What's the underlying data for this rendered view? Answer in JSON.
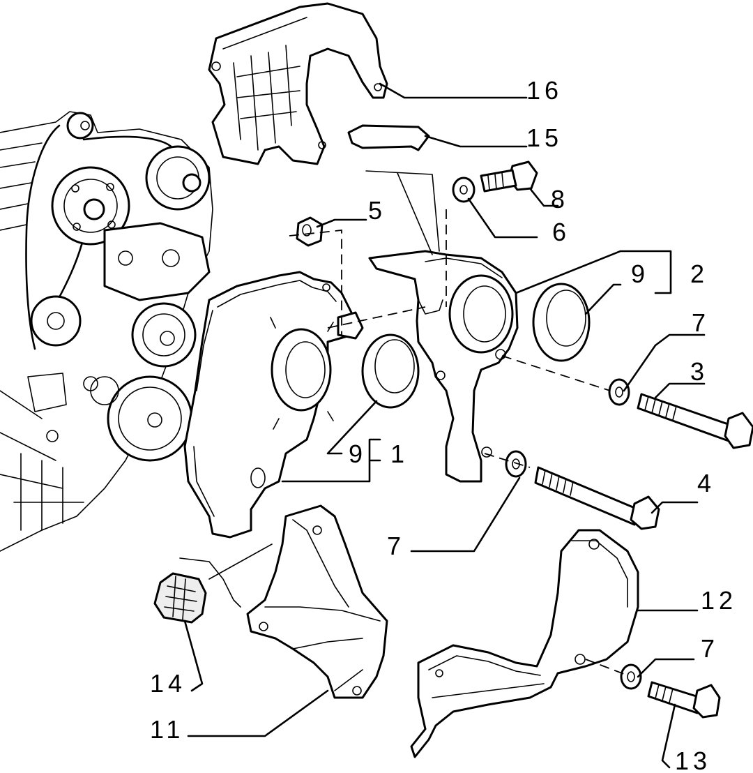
{
  "diagram": {
    "callouts": {
      "c16": "16",
      "c15": "15",
      "c8": "8",
      "c6": "6",
      "c5": "5",
      "c9a": "9",
      "c2": "2",
      "c7a": "7",
      "c3": "3",
      "c9b": "9",
      "c1": "1",
      "c4": "4",
      "c7b": "7",
      "c12": "12",
      "c7c": "7",
      "c14": "14",
      "c11": "11",
      "c13": "13"
    }
  }
}
